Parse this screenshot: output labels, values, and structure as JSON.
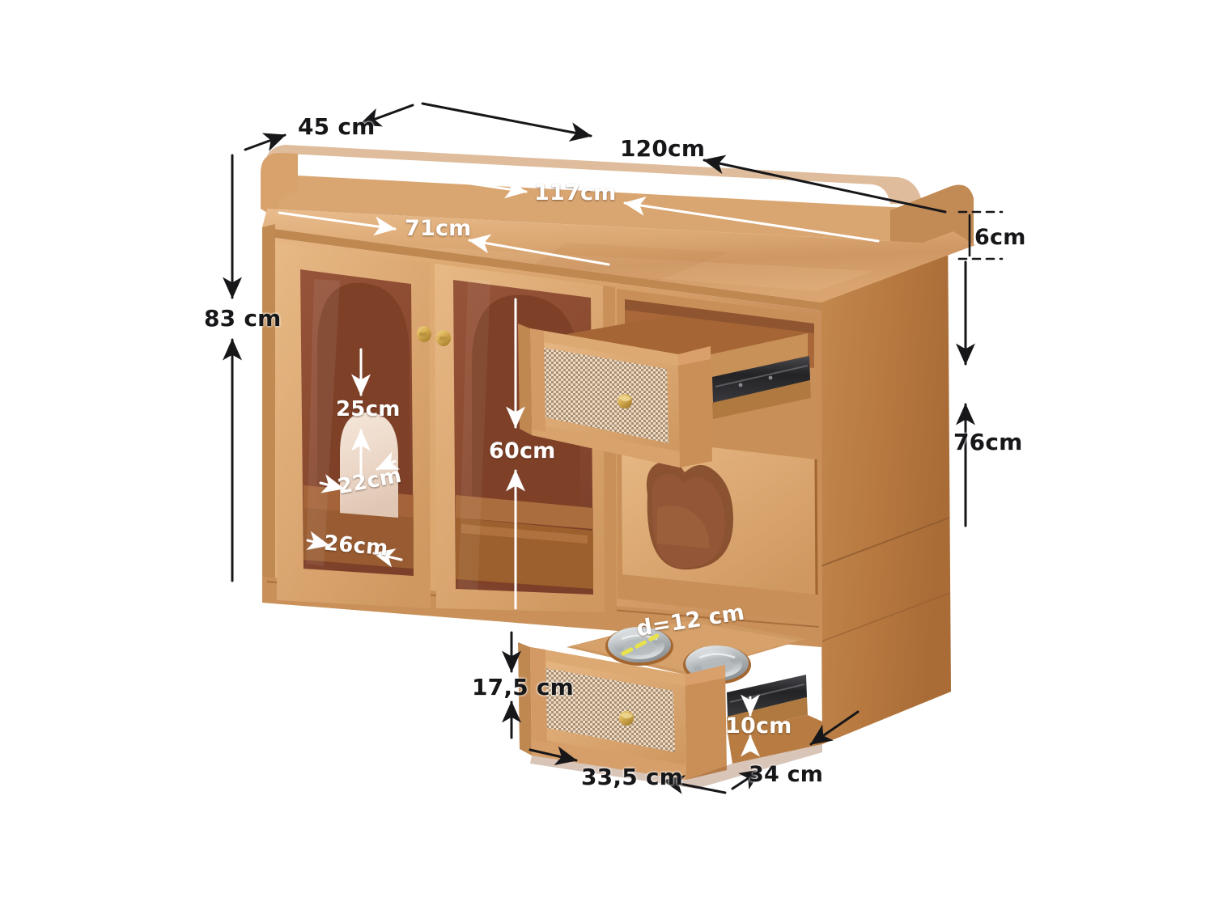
{
  "diagram": {
    "title": "Cat litter box cabinet dimension diagram",
    "product": "wooden-pet-cabinet",
    "background_color": "#ffffff"
  },
  "colors": {
    "wood_light": "#E8B887",
    "wood_mid": "#D79A62",
    "wood_top": "#DCA974",
    "wood_dark": "#B77845",
    "wood_edge": "#A9673A",
    "wood_shadow": "#9C5C31",
    "glass_dark": "#8C4E33",
    "glass_arch": "#7E4128",
    "interior": "#A9673A",
    "cream_arch": "#EDD9C9",
    "brass": "#D8AE4E",
    "steel": "#C9CCCE",
    "steel_dark": "#8D9396",
    "rattan": "#F0E2CE",
    "slide_metal": "#2B2B2E",
    "dim_black": "#17171A",
    "dim_white": "#FFFFFF",
    "bowl_marker": "#E8E34A"
  },
  "dimensions": {
    "exterior": [
      {
        "id": "depth-top",
        "value": "45 cm",
        "style": "black",
        "unit": "cm",
        "number": 45
      },
      {
        "id": "width-overall",
        "value": "120cm",
        "style": "black",
        "unit": "cm",
        "number": 120
      },
      {
        "id": "height-overall",
        "value": "83 cm",
        "style": "black",
        "unit": "cm",
        "number": 83
      },
      {
        "id": "rail-height",
        "value": "6cm",
        "style": "black",
        "unit": "cm",
        "number": 6
      },
      {
        "id": "body-height",
        "value": "76cm",
        "style": "black",
        "unit": "cm",
        "number": 76
      },
      {
        "id": "drawer-height-17",
        "value": "17,5 cm",
        "style": "black",
        "unit": "cm",
        "number": 17.5
      },
      {
        "id": "drawer-width",
        "value": "33,5 cm",
        "style": "black",
        "unit": "cm",
        "number": 33.5
      },
      {
        "id": "drawer-depth",
        "value": "34 cm",
        "style": "black",
        "unit": "cm",
        "number": 34
      }
    ],
    "interior": [
      {
        "id": "top-inner-width",
        "value": "117cm",
        "style": "white",
        "unit": "cm",
        "number": 117
      },
      {
        "id": "door-span",
        "value": "71cm",
        "style": "white",
        "unit": "cm",
        "number": 71
      },
      {
        "id": "arch-height",
        "value": "25cm",
        "style": "white",
        "unit": "cm",
        "number": 25
      },
      {
        "id": "arch-width",
        "value": "22cm",
        "style": "white",
        "unit": "cm",
        "number": 22
      },
      {
        "id": "shelf-depth",
        "value": "26cm",
        "style": "white",
        "unit": "cm",
        "number": 26
      },
      {
        "id": "cabinet-inner-h",
        "value": "60cm",
        "style": "white",
        "unit": "cm",
        "number": 60
      },
      {
        "id": "bowl-diameter",
        "value": "d=12 cm",
        "style": "white",
        "unit": "cm",
        "number": 12
      },
      {
        "id": "drawer-inner-h",
        "value": "10cm",
        "style": "white",
        "unit": "cm",
        "number": 10
      }
    ]
  },
  "parts": {
    "backsplash_rail": "back-rail",
    "left_door": "left-glass-door",
    "right_door": "right-glass-door",
    "top_drawer": "upper-rattan-drawer",
    "bottom_drawer": "lower-feeding-drawer",
    "cat_entry": "cat-shaped-entry-hole",
    "bowls": [
      "stainless-bowl-left",
      "stainless-bowl-right"
    ],
    "knobs": [
      "door-knob-left",
      "door-knob-right",
      "drawer-knob-upper",
      "drawer-knob-lower"
    ],
    "slides": [
      "drawer-slide-upper",
      "drawer-slide-lower"
    ]
  }
}
